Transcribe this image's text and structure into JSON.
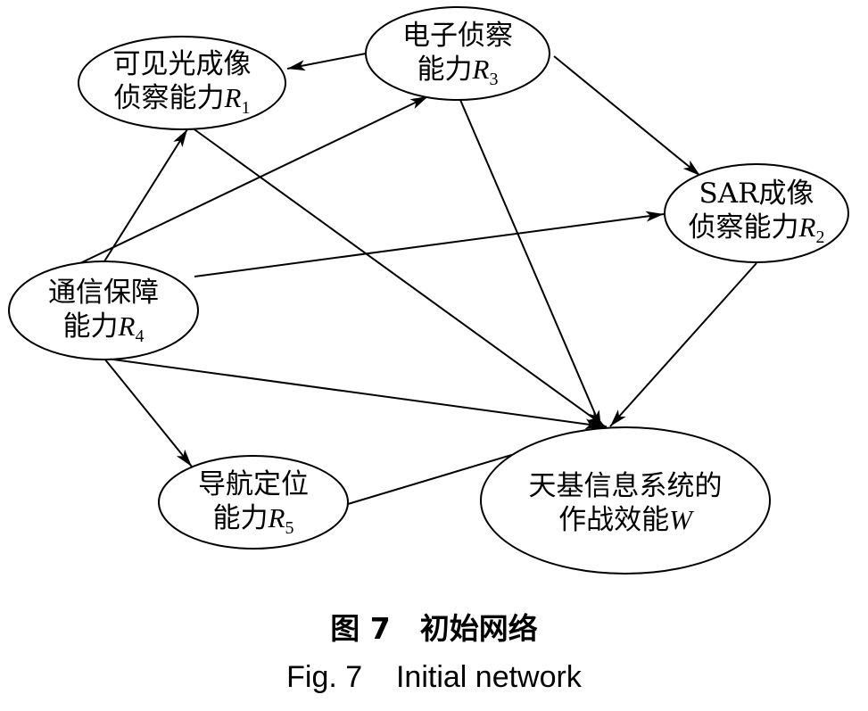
{
  "nodes": {
    "R1": {
      "line1": "可见光成像",
      "line2": "侦察能力",
      "var": "R",
      "sub": "1"
    },
    "R3": {
      "line1": "电子侦察",
      "line2": "能力",
      "var": "R",
      "sub": "3"
    },
    "R2": {
      "line1": "SAR成像",
      "line2": "侦察能力",
      "var": "R",
      "sub": "2"
    },
    "R4": {
      "line1": "通信保障",
      "line2": "能力",
      "var": "R",
      "sub": "4"
    },
    "R5": {
      "line1": "导航定位",
      "line2": "能力",
      "var": "R",
      "sub": "5"
    },
    "W": {
      "line1": "天基信息系统的",
      "line2": "作战效能",
      "var": "W",
      "sub": ""
    }
  },
  "edges": [
    {
      "from": "R3",
      "to": "R1"
    },
    {
      "from": "R3",
      "to": "R2"
    },
    {
      "from": "R3",
      "to": "W"
    },
    {
      "from": "R1",
      "to": "W"
    },
    {
      "from": "R4",
      "to": "R1"
    },
    {
      "from": "R4",
      "to": "R3"
    },
    {
      "from": "R4",
      "to": "R2"
    },
    {
      "from": "R4",
      "to": "W"
    },
    {
      "from": "R4",
      "to": "R5"
    },
    {
      "from": "R2",
      "to": "W"
    },
    {
      "from": "R5",
      "to": "W"
    }
  ],
  "caption": {
    "cn": "图 7　初始网络",
    "en": "Fig. 7    Initial network"
  }
}
